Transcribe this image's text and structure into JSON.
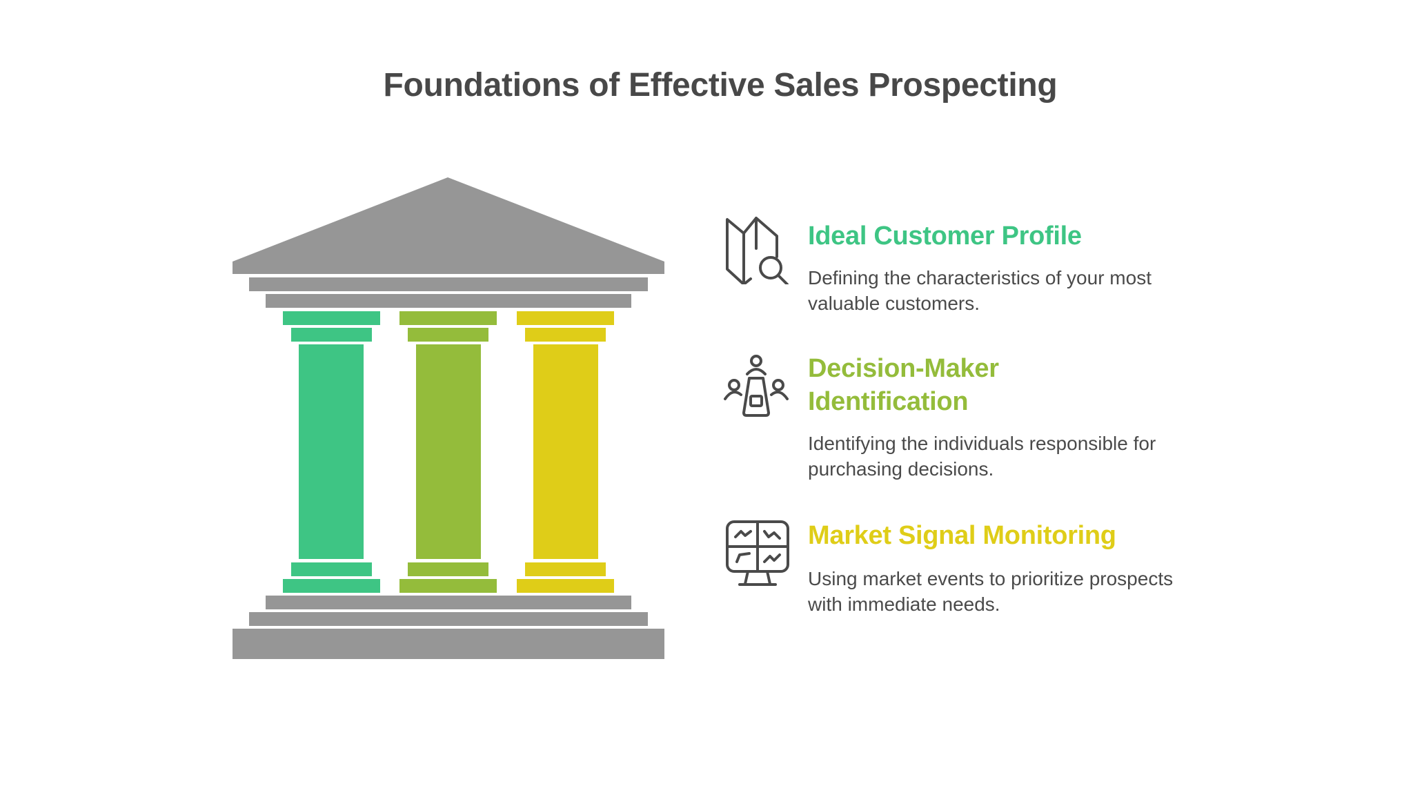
{
  "title": "Foundations of Effective Sales Prospecting",
  "colors": {
    "structure_gray": "#969696",
    "pillar_1": "#3ec584",
    "pillar_2": "#94bc3b",
    "pillar_3": "#dfcd18",
    "title_text": "#484848",
    "body_text": "#4a4a4a",
    "icon_stroke": "#4a4a4a"
  },
  "items": [
    {
      "heading": "Ideal Customer Profile",
      "icon": "map-search-icon",
      "color": "#3ec584",
      "description": "Defining the characteristics of your most valuable customers."
    },
    {
      "heading": "Decision-Maker Identification",
      "heading_lines": [
        "Decision-Maker",
        "Identification"
      ],
      "icon": "meeting-table-people-icon",
      "color": "#94bc3b",
      "description": "Identifying the individuals responsible for purchasing decisions."
    },
    {
      "heading": "Market Signal Monitoring",
      "icon": "monitor-charts-icon",
      "color": "#dfcd18",
      "description": "Using market events to prioritize prospects with immediate needs."
    }
  ]
}
